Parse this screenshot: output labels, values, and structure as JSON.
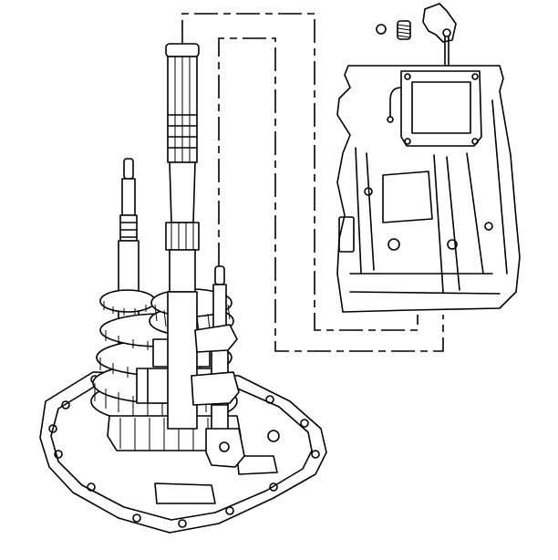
{
  "figure": {
    "kind": "exploded-assembly-illustration",
    "components": [
      "transmission-case",
      "shift-lever-housing",
      "input-shaft",
      "countershaft",
      "gear-cluster",
      "shift-rail",
      "base-plate",
      "plug-bolt",
      "detent-spring",
      "ball"
    ],
    "leader_style": "dash-dot",
    "line_color": "#000000",
    "background": "#ffffff"
  }
}
